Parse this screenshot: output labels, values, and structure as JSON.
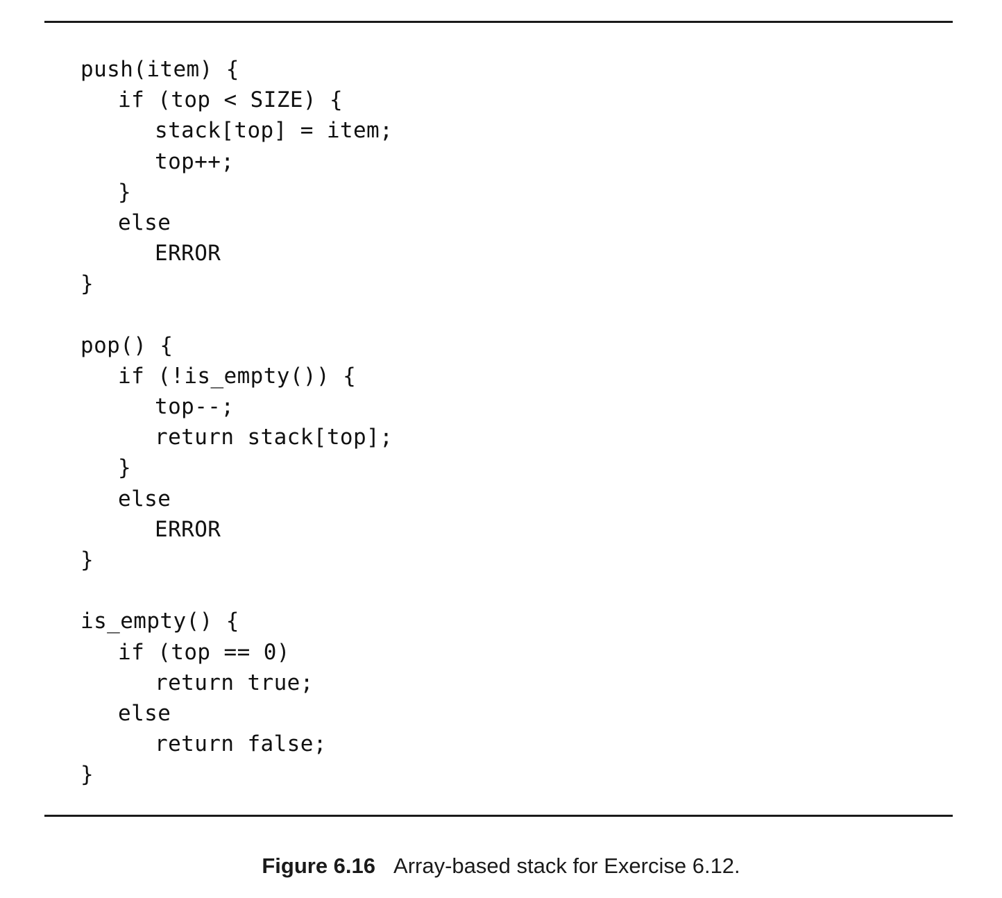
{
  "code": {
    "push": {
      "l1": "push(item) {",
      "l2": "if (top < SIZE) {",
      "l3": "stack[top] = item;",
      "l4": "top++;",
      "l5": "}",
      "l6": "else",
      "l7": "ERROR",
      "l8": "}"
    },
    "pop": {
      "l1": "pop() {",
      "l2": "if (!is_empty()) {",
      "l3": "top--;",
      "l4": "return stack[top];",
      "l5": "}",
      "l6": "else",
      "l7": "ERROR",
      "l8": "}"
    },
    "is_empty": {
      "l1": "is_empty() {",
      "l2": "if (top == 0)",
      "l3": "return true;",
      "l4": "else",
      "l5": "return false;",
      "l6": "}"
    }
  },
  "caption": {
    "label": "Figure 6.16",
    "text": "Array-based stack for Exercise 6.12."
  }
}
